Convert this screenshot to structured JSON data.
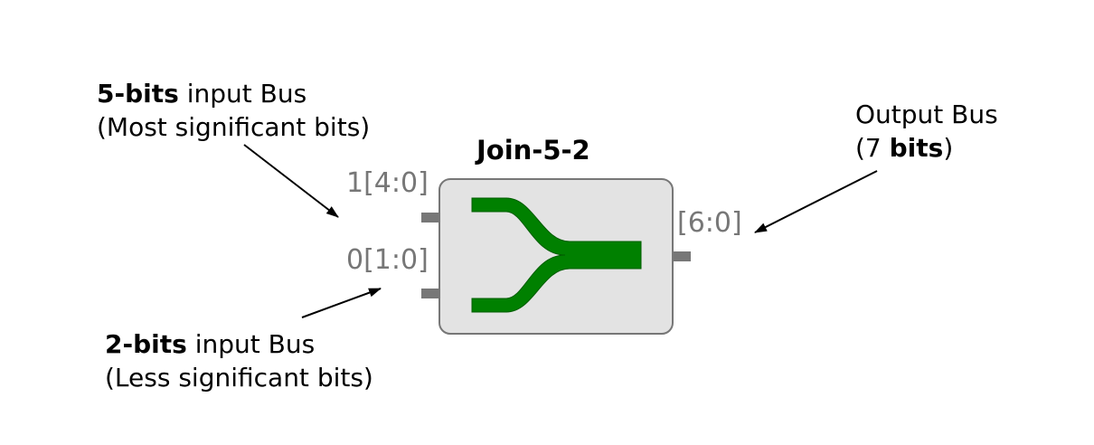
{
  "block": {
    "title": "Join-5-2",
    "colors": {
      "body_fill": "#e3e3e3",
      "body_stroke": "#777777",
      "join_symbol": "#008000",
      "port": "#777777"
    }
  },
  "ports": {
    "input_msb_label": "1[4:0]",
    "input_lsb_label": "0[1:0]",
    "output_label": "[6:0]"
  },
  "annotations": {
    "msb_input": {
      "bold": "5-bits",
      "rest": " input Bus",
      "line2": "(Most significant bits)"
    },
    "lsb_input": {
      "bold": "2-bits",
      "rest": " input Bus",
      "line2": "(Less significant bits)"
    },
    "output": {
      "line1": "Output Bus",
      "line2_prefix": "(7 ",
      "line2_bold": "bits",
      "line2_suffix": ")"
    }
  }
}
